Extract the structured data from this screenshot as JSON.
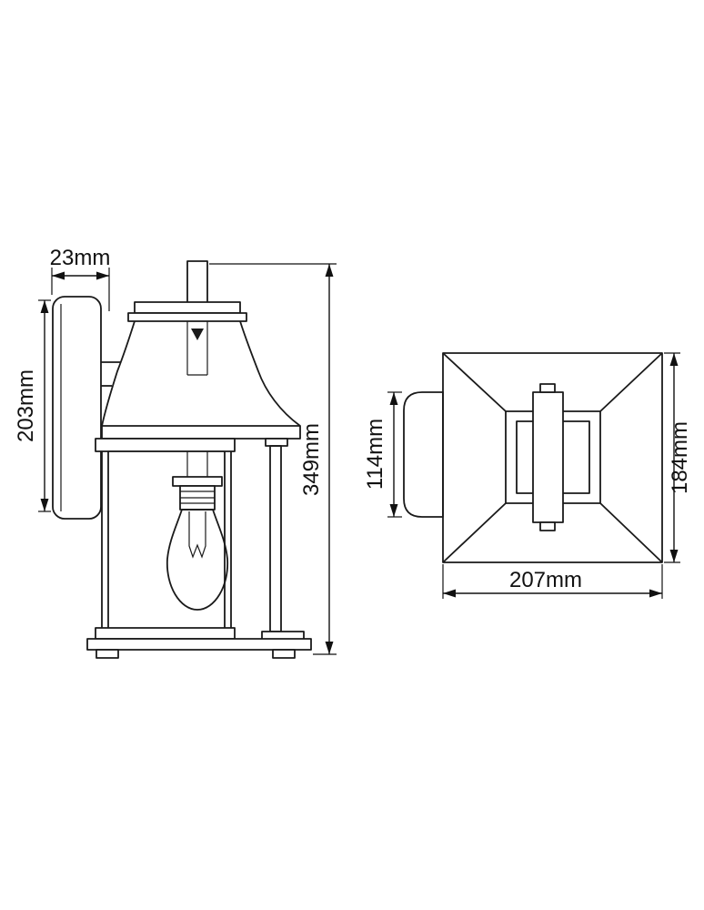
{
  "diagram": {
    "type": "technical-dimension-drawing",
    "subject": "wall-lantern-light-fixture",
    "colors": {
      "line": "#1a1a1a",
      "background": "#ffffff"
    },
    "views": {
      "side": {
        "labels": {
          "backplate_depth": "23mm",
          "backplate_height": "203mm",
          "overall_height": "349mm"
        }
      },
      "front": {
        "labels": {
          "backplate_width": "114mm",
          "overall_depth": "184mm",
          "overall_width": "207mm"
        }
      }
    }
  }
}
